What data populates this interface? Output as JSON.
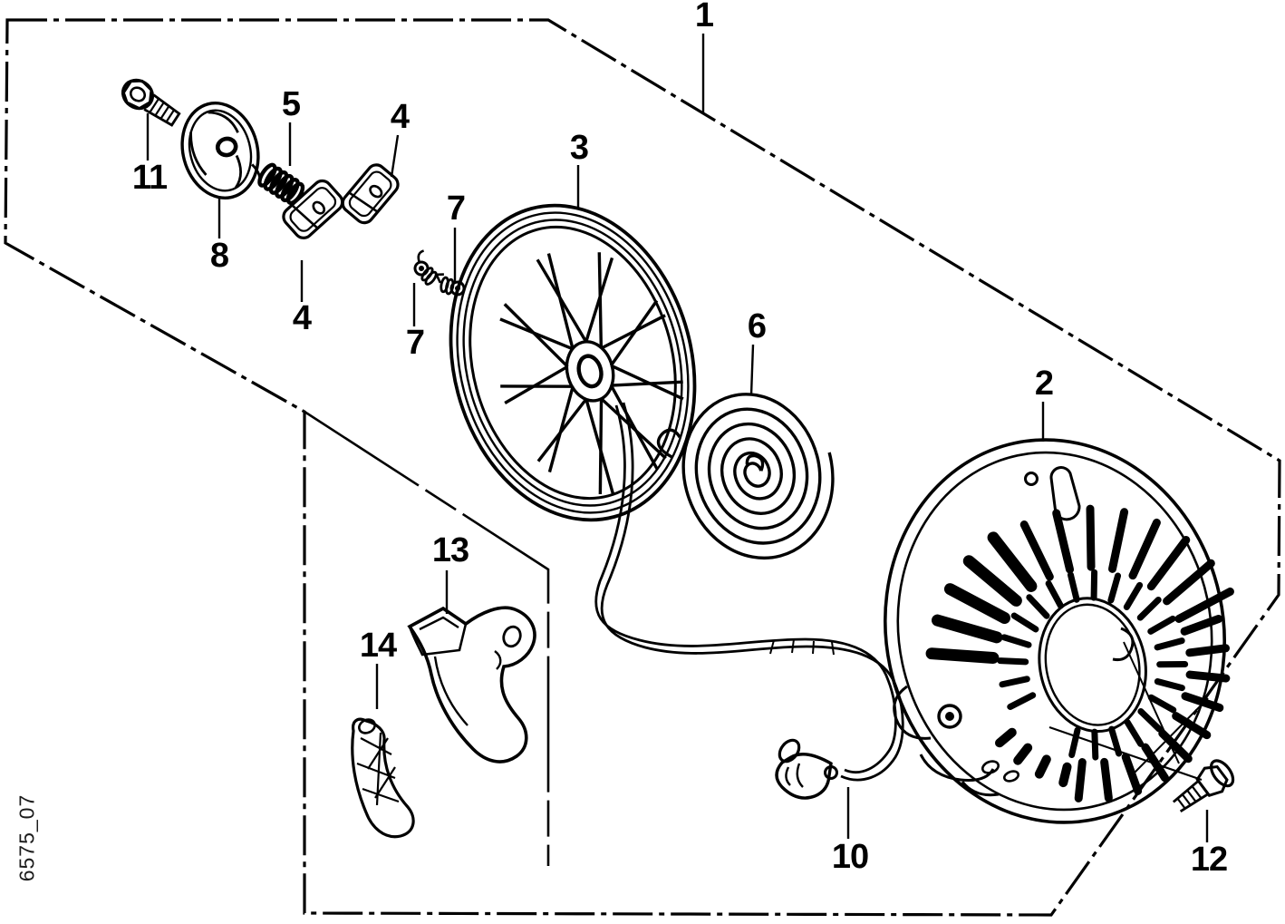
{
  "diagram": {
    "watermark": "6575_07",
    "part_labels": {
      "p1": "1",
      "p2": "2",
      "p3": "3",
      "p4_upper": "4",
      "p4_lower": "4",
      "p5": "5",
      "p6": "6",
      "p7_left": "7",
      "p7_right": "7",
      "p8": "8",
      "p10": "10",
      "p11": "11",
      "p12": "12",
      "p13": "13",
      "p14": "14"
    }
  }
}
